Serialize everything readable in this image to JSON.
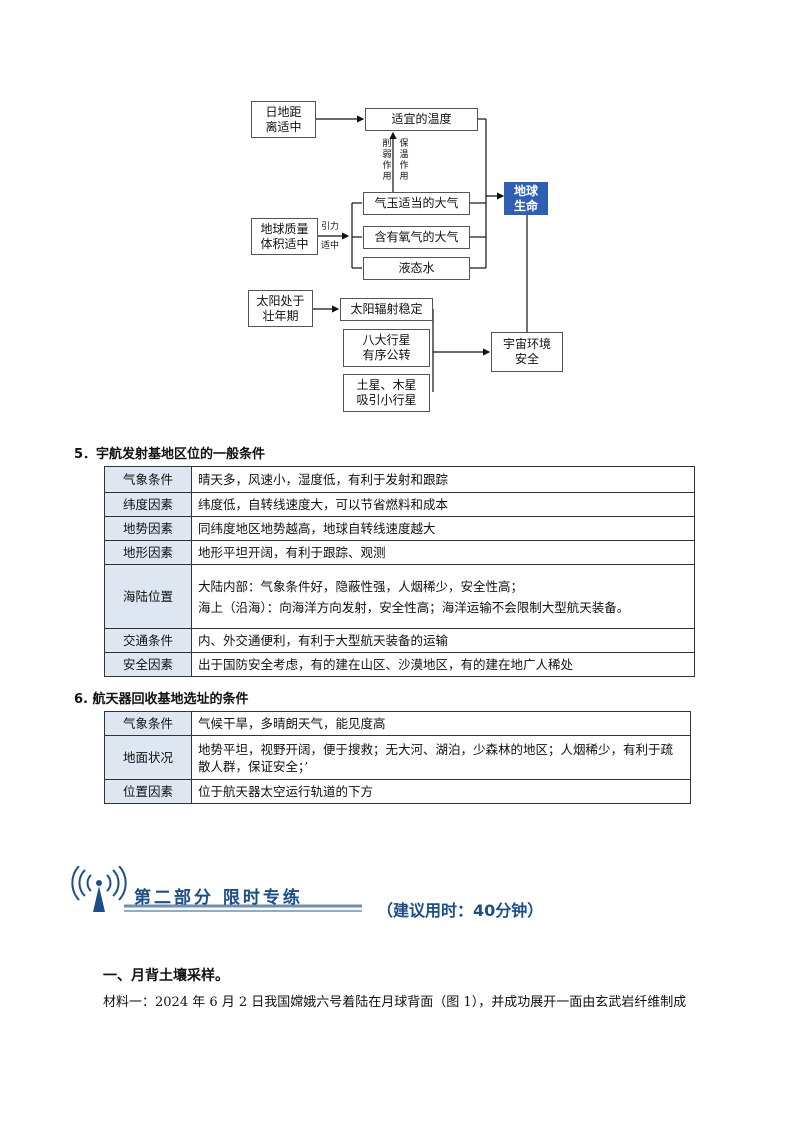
{
  "diagram": {
    "distance": "日地距离适中",
    "temperature": "适宜的温度",
    "weaken": "削弱作用",
    "insulate": "保温作用",
    "atmosphere": "气玉适当的大气",
    "oxygen": "含有氧气的大气",
    "water": "液态水",
    "mass": "地球质量体积适中",
    "gravity": "引力",
    "moderate": "适中",
    "life": "地球生命",
    "sun_age": "太阳处于壮年期",
    "radiation": "太阳辐射稳定",
    "planets": "八大行星有序公转",
    "jupiter": "土星、木星吸引小行星",
    "safe": "宇宙环境安全"
  },
  "section5": {
    "heading": "5．宇航发射基地区位的一般条件",
    "rows": [
      {
        "k": "气象条件",
        "v": "晴天多，风速小，湿度低，有利于发射和跟踪"
      },
      {
        "k": "纬度因素",
        "v": "纬度低，自转线速度大，可以节省燃料和成本"
      },
      {
        "k": "地势因素",
        "v": "同纬度地区地势越高，地球自转线速度越大"
      },
      {
        "k": "地形因素",
        "v": "地形平坦开阔，有利于跟踪、观测"
      },
      {
        "k": "海陆位置",
        "v": "大陆内部：气象条件好，隐蔽性强，人烟稀少，安全性高；",
        "v2": "海上（沿海）：向海洋方向发射，安全性高；海洋运输不会限制大型航天装备。"
      },
      {
        "k": "交通条件",
        "v": "内、外交通便利，有利于大型航天装备的运输"
      },
      {
        "k": "安全因素",
        "v": "出于国防安全考虑，有的建在山区、沙漠地区，有的建在地广人稀处"
      }
    ]
  },
  "section6": {
    "heading": "6. 航天器回收基地选址的条件",
    "rows": [
      {
        "k": "气象条件",
        "v": "气候干旱，多晴朗天气，能见度高"
      },
      {
        "k": "地面状况",
        "v": "地势平坦，视野开阔，便于搜救；无大河、湖泊，少森林的地区；人烟稀少，有利于疏散人群，保证安全；’"
      },
      {
        "k": "位置因素",
        "v": "位于航天器太空运行轨道的下方"
      }
    ]
  },
  "banner": {
    "title": "第二部分 限时专练",
    "time": "（建议用时：40分钟）"
  },
  "part1": {
    "heading": "一、月背土壤采样。",
    "text": "材料一：2024 年 6 月 2 日我国嫦娥六号着陆在月球背面（图 1），并成功展开一面由玄武岩纤维制成"
  },
  "colors": {
    "accent": "#2e5fb4",
    "header_cell": "#dde6f1",
    "banner": "#1d4f86"
  }
}
